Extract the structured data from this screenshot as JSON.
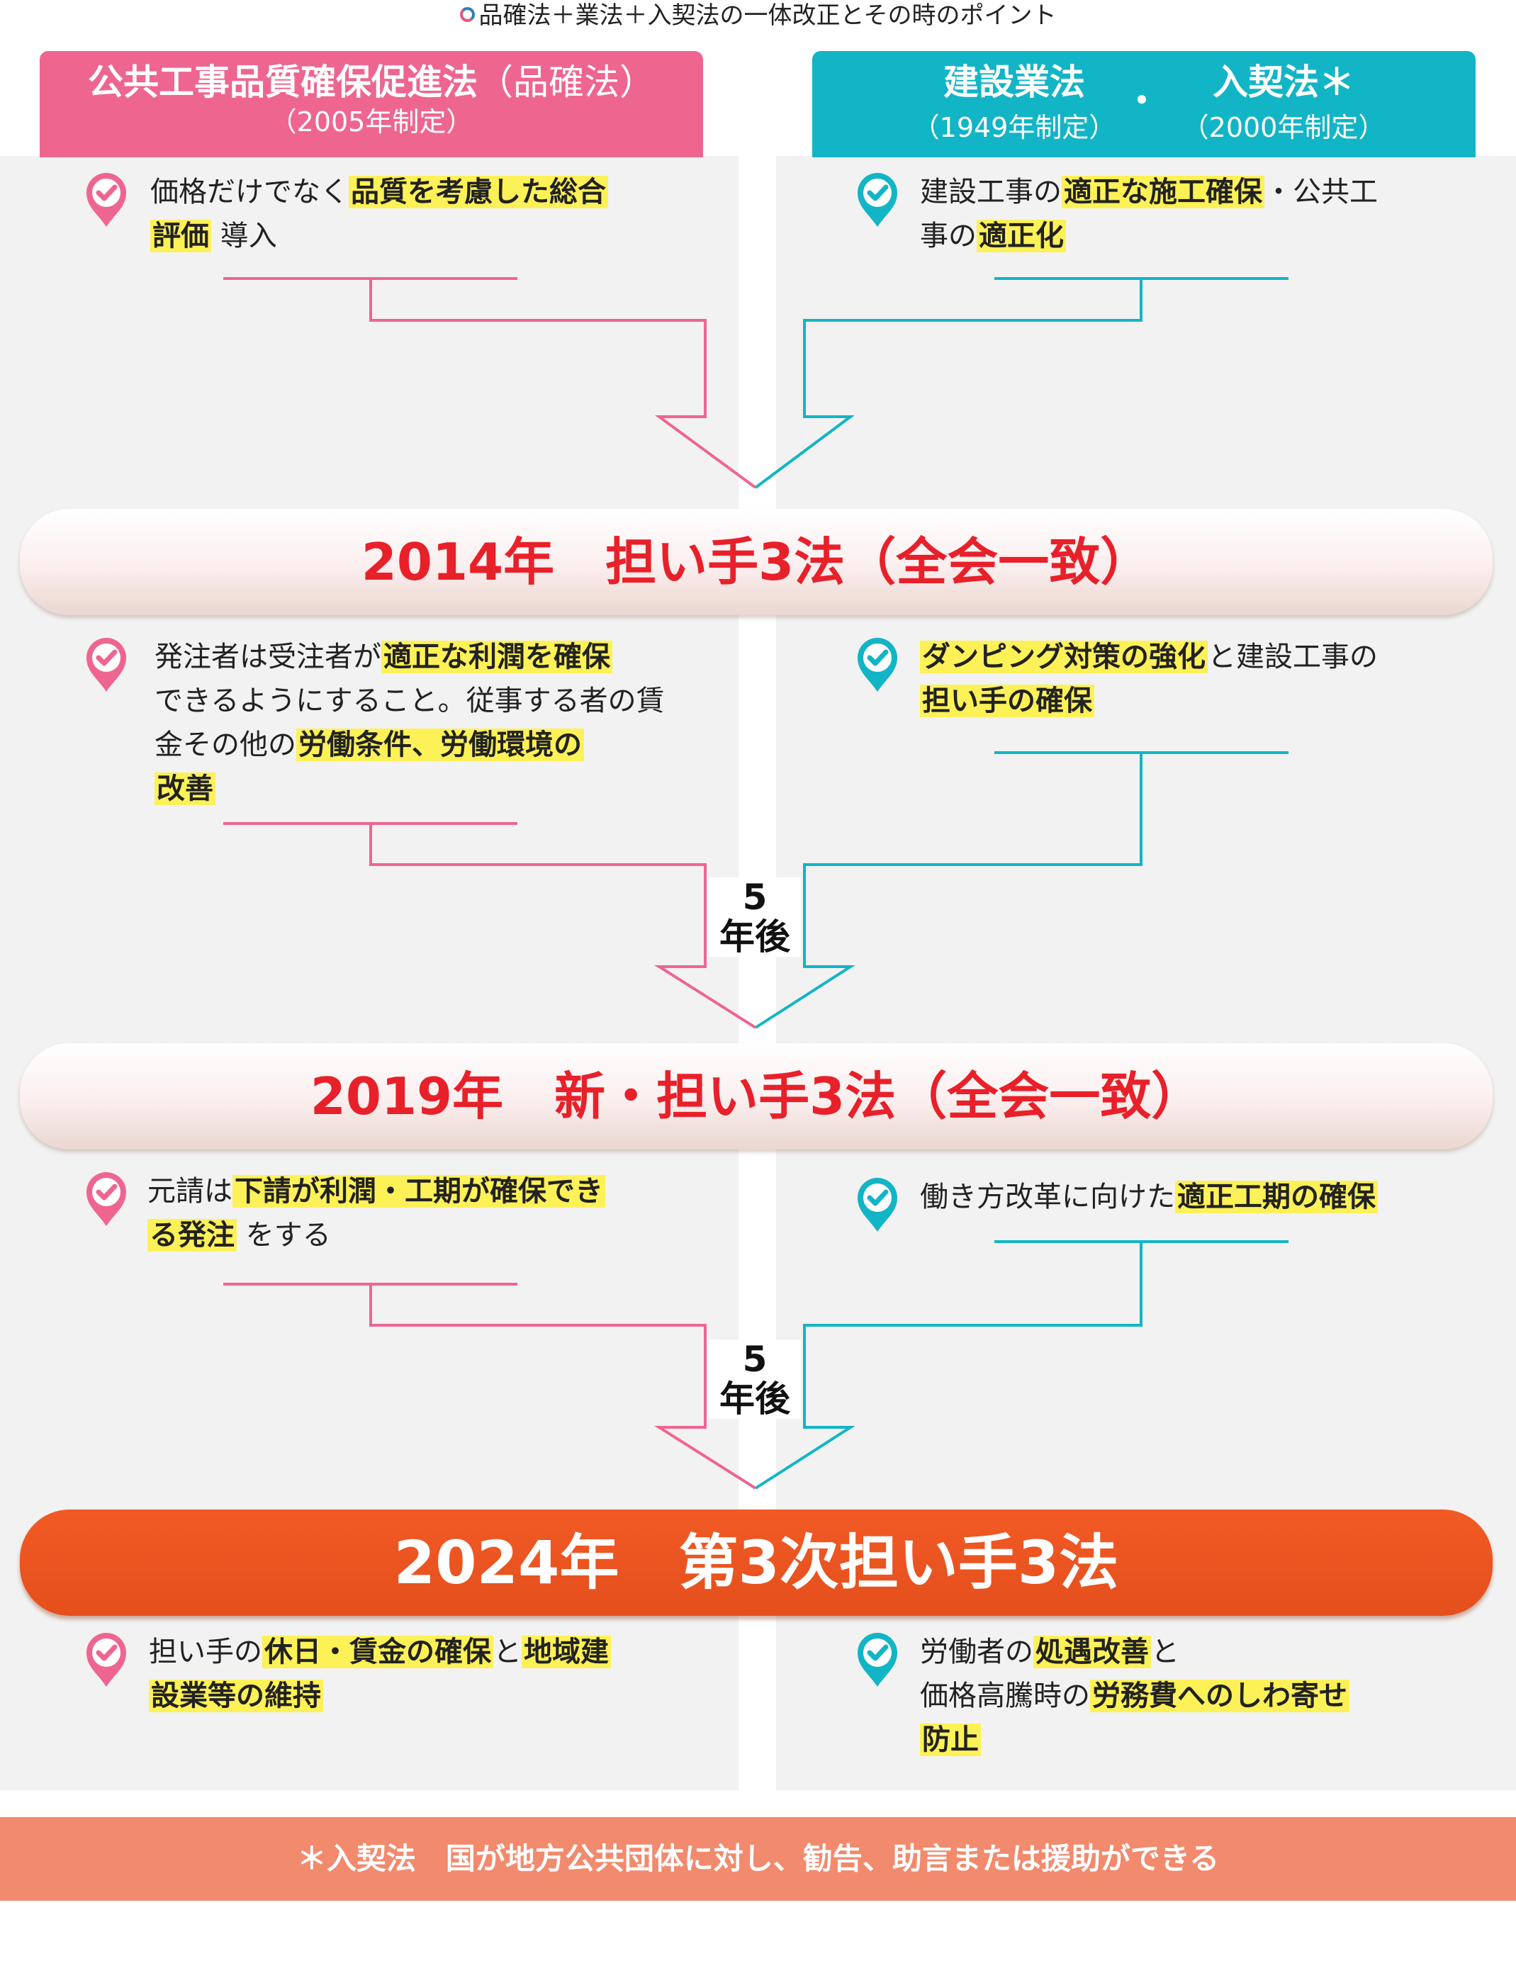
{
  "title": "品確法＋業法＋入契法の一体改正とその時のポイント",
  "left_header": {
    "name": "公共工事品質確保促進法",
    "short": "（品確法）",
    "year": "（2005年制定）"
  },
  "right_header": {
    "name1": "建設業法",
    "dot": "・",
    "name2": "入契法＊",
    "year1": "（1949年制定）",
    "year2": "（2000年制定）"
  },
  "milestones": [
    {
      "label": "2014年　担い手3法（全会一致）"
    },
    {
      "label": "2019年　新・担い手3法（全会一致）"
    },
    {
      "label": "2024年　第3次担い手3法"
    }
  ],
  "interval": {
    "num": "5",
    "unit": "年後"
  },
  "left_points": [
    {
      "t1": "価格だけでなく",
      "h1": "品質を考慮した総合",
      "h2": "評価",
      "t2": "導入"
    },
    {
      "t1": "発注者は受注者が",
      "h1": "適正な利潤を確保",
      "t2": "できるようにすること。従事する者の賃",
      "t3": "金その他の",
      "h2": "労働条件、労働環境の",
      "h3": "改善"
    },
    {
      "t1": "元請は",
      "h1": "下請が利潤・工期が確保でき",
      "h2": "る発注",
      "t2": "をする"
    },
    {
      "t1": "担い手の",
      "h1": "休日・賃金の確保",
      "t2": "と",
      "h2": "地域建",
      "h3": "設業等の維持"
    }
  ],
  "right_points": [
    {
      "t1": "建設工事の",
      "h1": "適正な施工確保",
      "t2": "・公共工",
      "t3": "事の",
      "h2": "適正化"
    },
    {
      "h1": "ダンピング対策の強化",
      "t1": "と建設工事の",
      "h2": "担い手の確保"
    },
    {
      "t1": "働き方改革に向けた",
      "h1": "適正工期の確保"
    },
    {
      "t1": "労働者の",
      "h1": "処遇改善",
      "t2": "と",
      "t3": "価格高騰時の",
      "h2": "労務費へのしわ寄せ",
      "h3": "防止"
    }
  ],
  "footer": "＊入契法　国が地方公共団体に対し、勧告、助言または援助ができる",
  "colors": {
    "pink": "#ee6690",
    "teal": "#12b5c6",
    "orange": "#f05a24",
    "highlight": "#fdf158",
    "milestone_text": "#e8202a"
  },
  "icons": {
    "left": "pink-check-pin-icon",
    "right": "teal-check-pin-icon"
  }
}
